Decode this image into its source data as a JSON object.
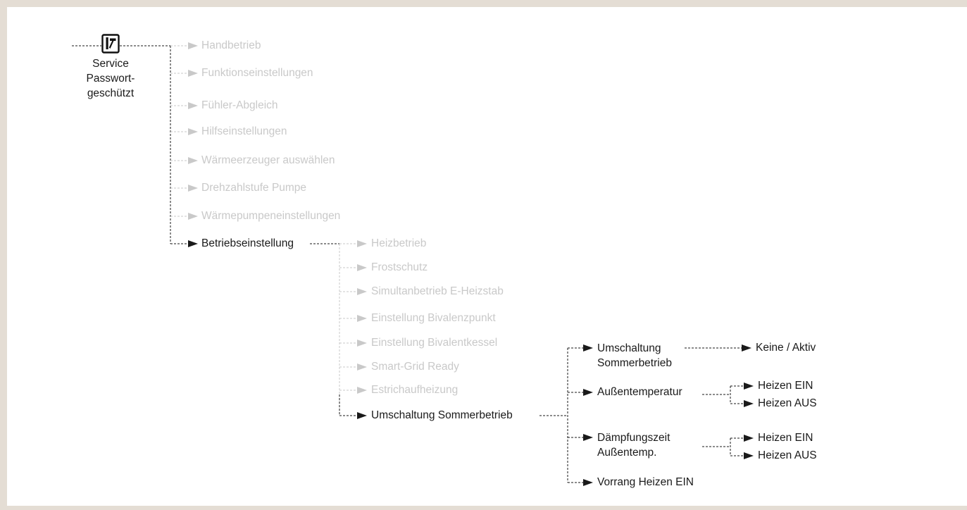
{
  "root": {
    "label_lines": [
      "Service",
      "Passwort-",
      "geschützt"
    ],
    "icon": "service-wrench-icon"
  },
  "level1": {
    "items": [
      "Handbetrieb",
      "Funktionseinstellungen",
      "Fühler-Abgleich",
      "Hilfseinstellungen",
      "Wärmeerzeuger auswählen",
      "Drehzahlstufe Pumpe",
      "Wärmepumpeneinstellungen",
      "Betriebseinstellung"
    ],
    "active_index": 7
  },
  "level2": {
    "items": [
      "Heizbetrieb",
      "Frostschutz",
      "Simultanbetrieb E-Heizstab",
      "Einstellung Bivalenzpunkt",
      "Einstellung Bivalentkessel",
      "Smart-Grid Ready",
      "Estrichaufheizung",
      "Umschaltung Sommerbetrieb"
    ],
    "active_index": 7
  },
  "level3": {
    "umschaltung": {
      "lines": [
        "Umschaltung",
        "Sommerbetrieb"
      ],
      "value": "Keine / Aktiv"
    },
    "aussentemperatur": {
      "label": "Außentemperatur",
      "options": [
        "Heizen EIN",
        "Heizen AUS"
      ]
    },
    "daempfung": {
      "lines": [
        "Dämpfungszeit",
        "Außentemp."
      ],
      "options": [
        "Heizen EIN",
        "Heizen AUS"
      ]
    },
    "vorrang": {
      "label": "Vorrang Heizen EIN"
    }
  },
  "colors": {
    "active": "#1a1a1a",
    "inactive": "#c9c9c9",
    "frame": "#e4ddd4"
  }
}
